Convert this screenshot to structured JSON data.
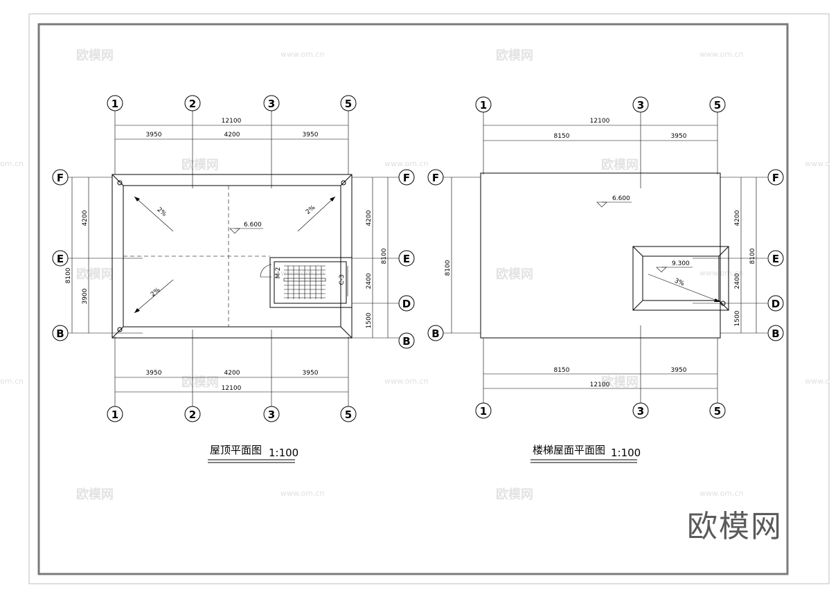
{
  "left_plan": {
    "title": "屋顶平面图",
    "scale": "1:100",
    "top_axes": [
      "1",
      "2",
      "3",
      "5"
    ],
    "bottom_axes": [
      "1",
      "2",
      "3",
      "5"
    ],
    "row_axes_left": [
      "F",
      "E",
      "B"
    ],
    "row_axes_right": [
      "F",
      "E",
      "D",
      "B"
    ],
    "dim_overall": "12100",
    "dim_segments": [
      "3950",
      "4200",
      "3950"
    ],
    "left_dims_segments": [
      "4200",
      "3900"
    ],
    "left_dim_overall": "8100",
    "right_dims_segments": [
      "4200",
      "2400",
      "1500"
    ],
    "right_dim_overall": "8100",
    "elevation": "6.600",
    "slopes": [
      "2%",
      "2%",
      "2%"
    ],
    "stair_labels": [
      "M-2",
      "C-3"
    ]
  },
  "right_plan": {
    "title": "楼梯屋面平面图",
    "scale": "1:100",
    "top_axes": [
      "1",
      "3",
      "5"
    ],
    "bottom_axes": [
      "1",
      "3",
      "5"
    ],
    "row_axes_left": [
      "F",
      "B"
    ],
    "row_axes_right": [
      "F",
      "E",
      "D",
      "B"
    ],
    "dim_overall": "12100",
    "dim_segments": [
      "8150",
      "3950"
    ],
    "left_dim_overall": "8100",
    "right_dims_segments": [
      "4200",
      "2400",
      "1500"
    ],
    "right_dim_overall": "8100",
    "roof_elevation": "6.600",
    "stair_roof_elevation": "9.300",
    "stair_roof_slope": "3%"
  },
  "watermarks": {
    "brand_small": "欧模网",
    "url": "www.om.cn",
    "url_partial": "om.cn",
    "url_partial_right": "www.o",
    "brand_large": "欧模网"
  },
  "colors": {
    "background": "#ffffff",
    "border": "#7a7a7a",
    "line": "#000000",
    "watermark": "#e3e3e3",
    "brand": "#5a5a5a"
  }
}
